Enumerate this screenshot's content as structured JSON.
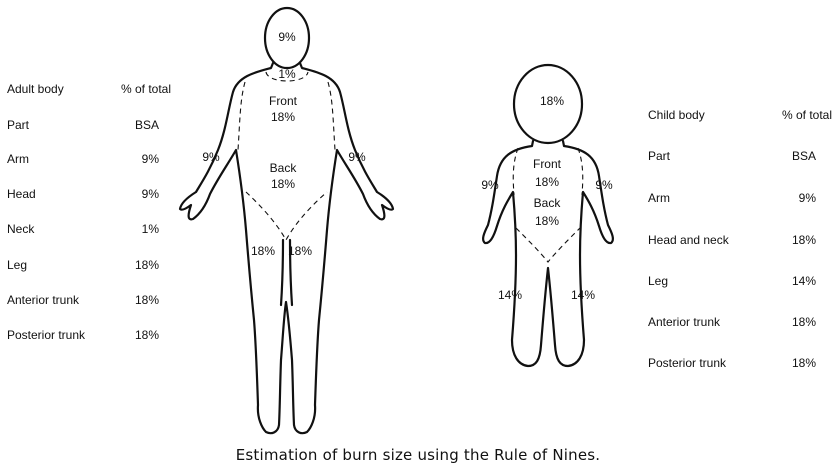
{
  "adult_table": {
    "header": [
      "Adult body",
      "% of total"
    ],
    "subheader": [
      "Part",
      "BSA"
    ],
    "rows": [
      [
        "Arm",
        "9%"
      ],
      [
        "Head",
        "9%"
      ],
      [
        "Neck",
        "1%"
      ],
      [
        "Leg",
        "18%"
      ],
      [
        "Anterior trunk",
        "18%"
      ],
      [
        "Posterior trunk",
        "18%"
      ]
    ]
  },
  "child_table": {
    "header": [
      "Child body",
      "% of total"
    ],
    "subheader": [
      "Part",
      "BSA"
    ],
    "rows": [
      [
        "Arm",
        "9%"
      ],
      [
        "Head and neck",
        "18%"
      ],
      [
        "Leg",
        "14%"
      ],
      [
        "Anterior trunk",
        "18%"
      ],
      [
        "Posterior trunk",
        "18%"
      ]
    ]
  },
  "adult_figure": {
    "head": "9%",
    "neck": "1%",
    "front_label": "Front",
    "front_value": "18%",
    "back_label": "Back",
    "back_value": "18%",
    "left_arm": "9%",
    "right_arm": "9%",
    "left_leg": "18%",
    "right_leg": "18%"
  },
  "child_figure": {
    "head": "18%",
    "front_label": "Front",
    "front_value": "18%",
    "back_label": "Back",
    "back_value": "18%",
    "left_arm": "9%",
    "right_arm": "9%",
    "left_leg": "14%",
    "right_leg": "14%"
  },
  "caption": "Estimation of burn size using the Rule of Nines."
}
